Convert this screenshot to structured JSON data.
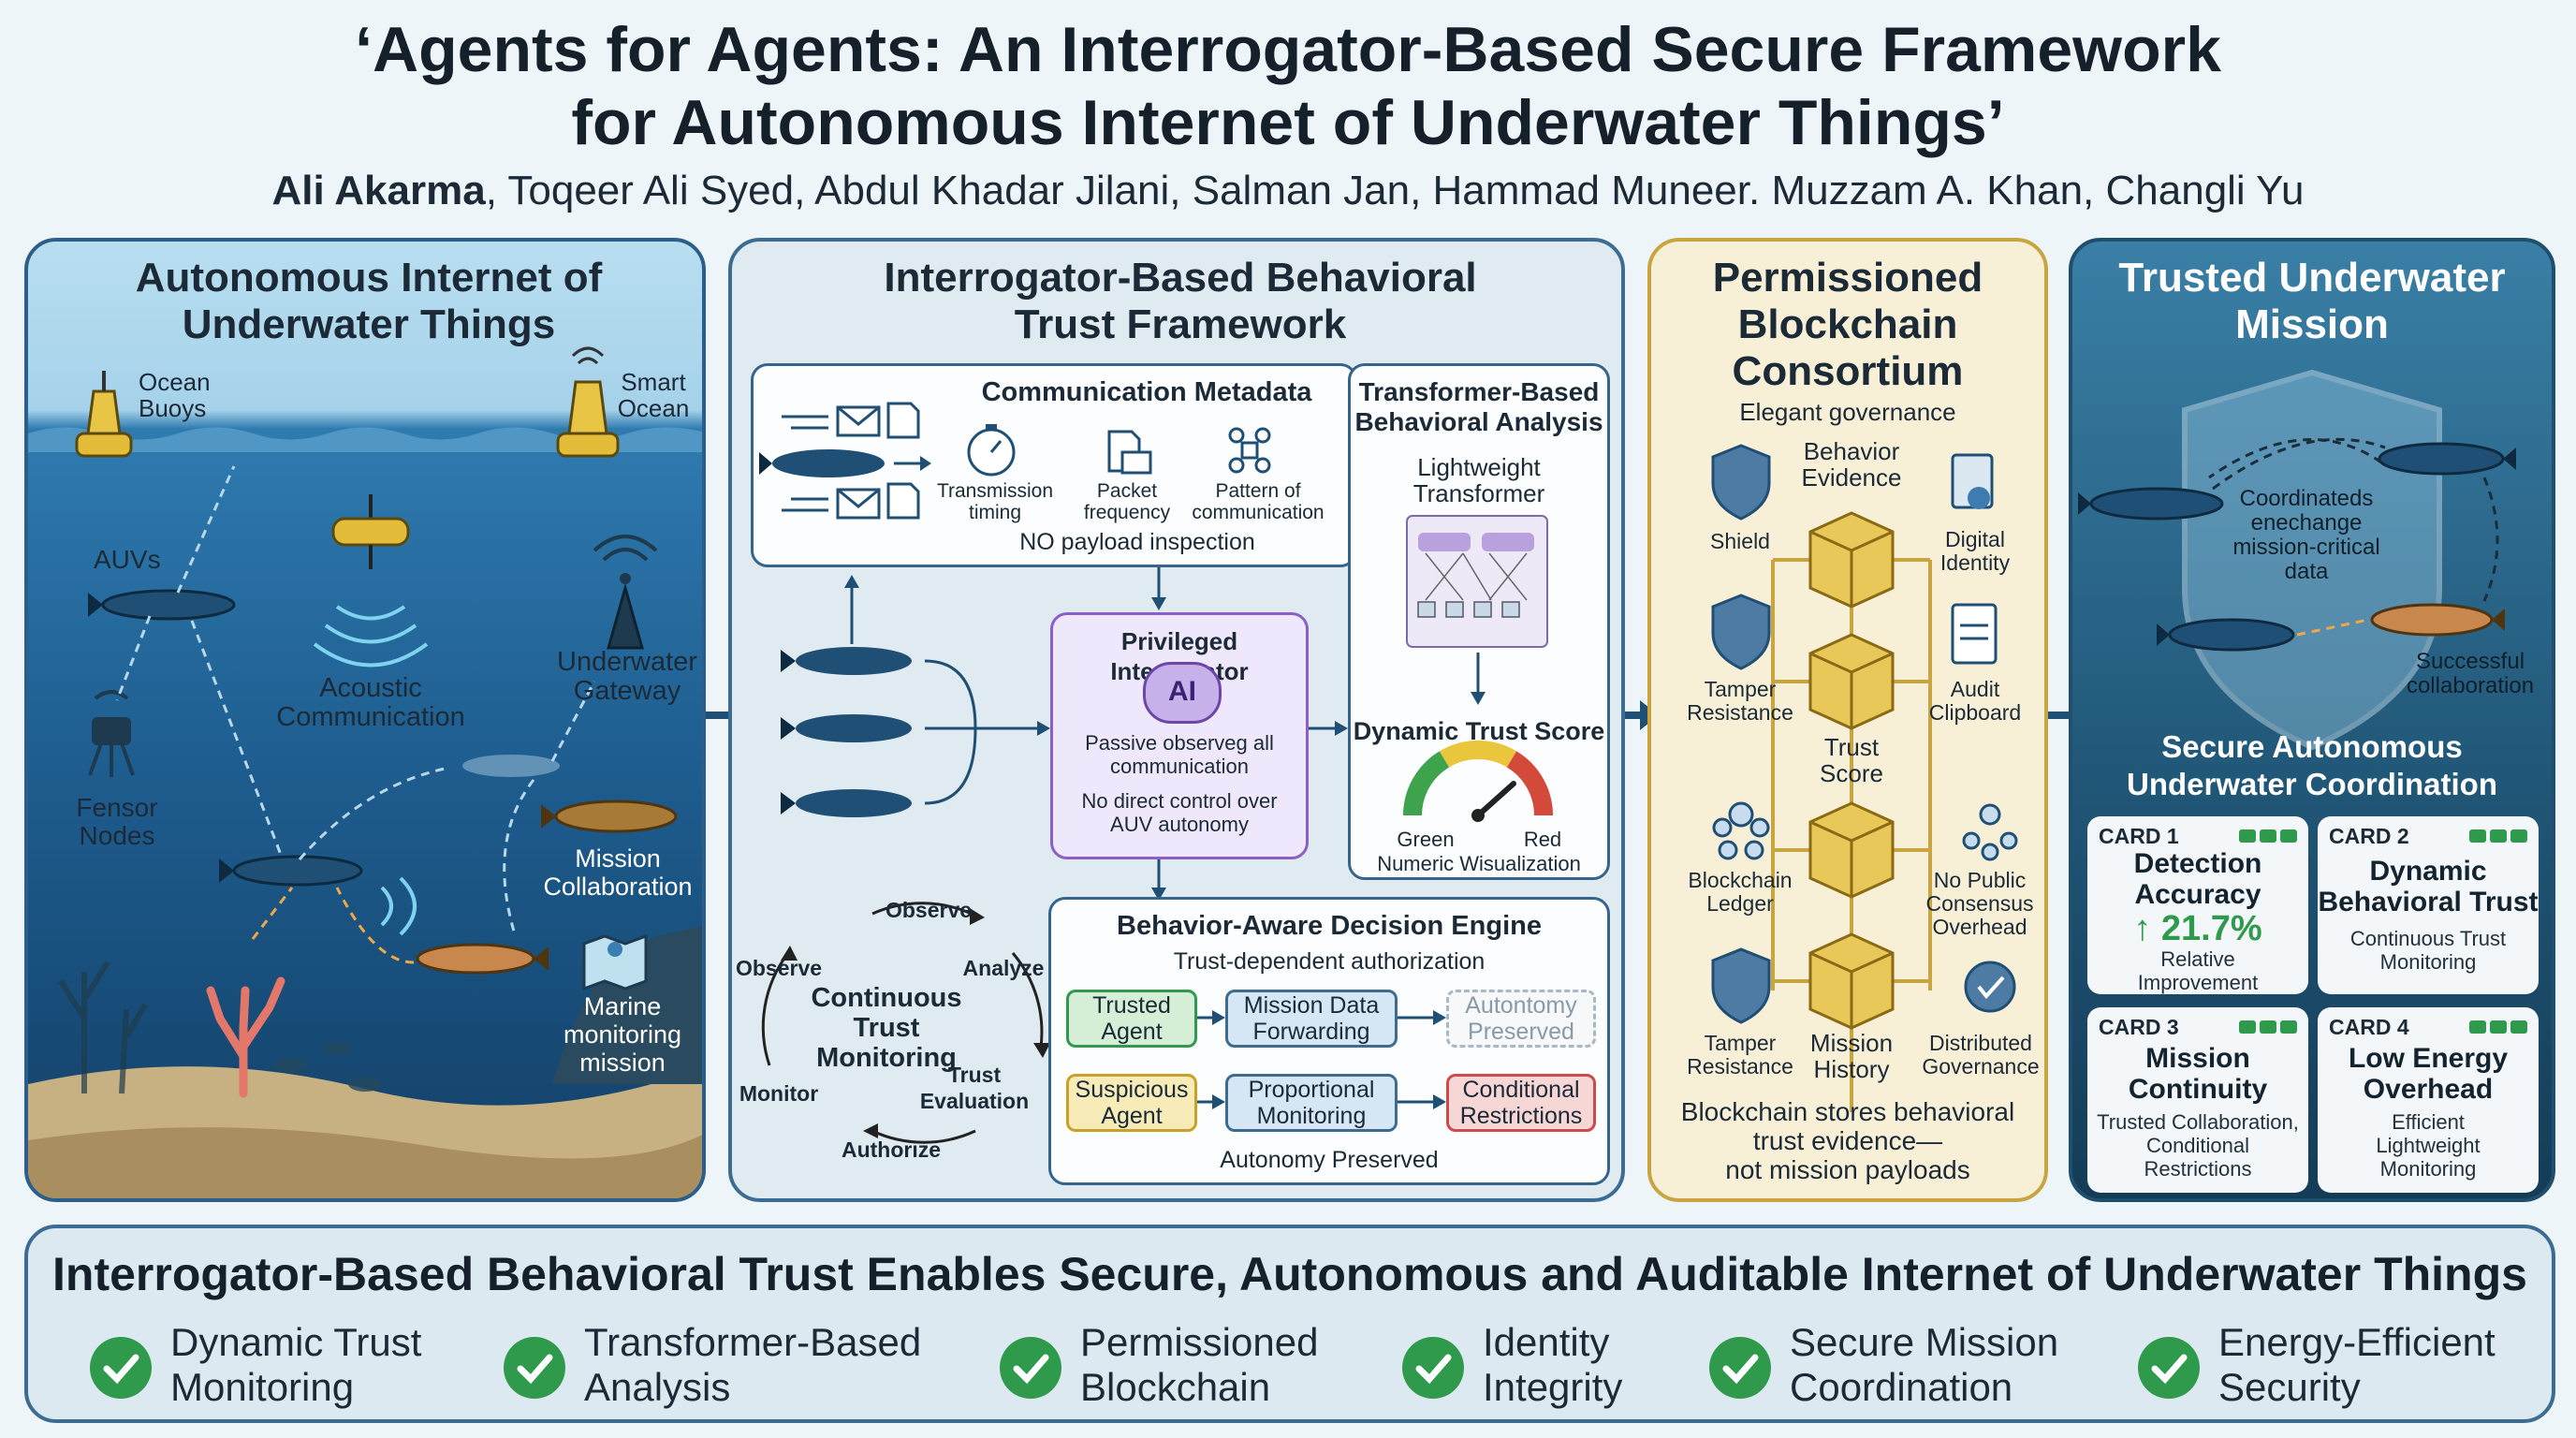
{
  "title_line1": "‘Agents for Agents: An Interrogator-Based Secure Framework",
  "title_line2": "for Autonomous Internet of Underwater Things’",
  "authors": {
    "lead": "Ali Akarma",
    "rest": ", Toqeer Ali Syed, Abdul Khadar Jilani, Salman Jan, Hammad Muneer. Muzzam A. Khan, Changli Yu"
  },
  "ocean_panel": {
    "title_line1": "Autonomous Internet of",
    "title_line2": "Underwater Things",
    "ocean_buoys": [
      "Ocean",
      "Buoys"
    ],
    "smart_ocean": [
      "Smart",
      "Ocean"
    ],
    "auvs": "AUVs",
    "acoustic": [
      "Acoustic",
      "Communication"
    ],
    "gateway": [
      "Underwater",
      "Gateway"
    ],
    "fensor": [
      "Fensor",
      "Nodes"
    ],
    "mission_collab": [
      "Mission",
      "Collaboration"
    ],
    "marine": [
      "Marine",
      "monitoring",
      "mission"
    ]
  },
  "framework_panel": {
    "title_line1": "Interrogator-Based Behavioral",
    "title_line2": "Trust Framework",
    "comm_metadata": {
      "title": "Communication Metadata",
      "items": [
        [
          "Transmission",
          "timing"
        ],
        [
          "Packet",
          "frequency"
        ],
        [
          "Pattern of",
          "communication"
        ]
      ],
      "note": "NO payload inspection"
    },
    "transformer": {
      "title_line1": "Transformer-Based",
      "title_line2": "Behavioral Analysis",
      "sub_line1": "Lightweight",
      "sub_line2": "Transformer",
      "score_title": "Dynamic Trust Score",
      "green": "Green",
      "red": "Red",
      "visual": "Numeric Wisualization"
    },
    "interrogator": {
      "title": "Privileged Interrogator",
      "ai": "AI",
      "passive_line1": "Passive observeg all",
      "passive_line2": "communication",
      "nodirect_line1": "No direct control over",
      "nodirect_line2": "AUV autonomy"
    },
    "cycle": {
      "observe_top": "Observe",
      "observe_left": "Observe",
      "analyze": "Analyze",
      "trust_eval": [
        "Trust",
        "Evaluation"
      ],
      "authorize": "Authorize",
      "monitor": "Monitor",
      "center": [
        "Continuous",
        "Trust",
        "Monitoring"
      ]
    },
    "decision": {
      "title": "Behavior-Aware Decision Engine",
      "sub": "Trust-dependent authorization",
      "trusted": [
        "Trusted",
        "Agent"
      ],
      "forwarding": [
        "Mission Data",
        "Forwarding"
      ],
      "preserved": [
        "Autontomy",
        "Preserved"
      ],
      "suspicious": [
        "Suspicious",
        "Agent"
      ],
      "proportional": [
        "Proportional",
        "Monitoring"
      ],
      "conditional": [
        "Conditional",
        "Restrictions"
      ],
      "footer": "Autonomy Preserved"
    }
  },
  "chain_panel": {
    "title": [
      "Permissioned",
      "Blockchain",
      "Consortium"
    ],
    "governance": "Elegant governance",
    "behavior_evidence": [
      "Behavior",
      "Evidence"
    ],
    "shield": "Shield",
    "digital_identity": [
      "Digital",
      "Identity"
    ],
    "tamper1": [
      "Tamper",
      "Resistance"
    ],
    "audit": [
      "Audit",
      "Clipboard"
    ],
    "trust_score": [
      "Trust",
      "Score"
    ],
    "ledger": [
      "Blockchain",
      "Ledger"
    ],
    "consensus": [
      "No Public",
      "Consensus",
      "Overhead"
    ],
    "tamper2": [
      "Tamper",
      "Resistance"
    ],
    "history": [
      "Mission",
      "History"
    ],
    "distributed": [
      "Distributed",
      "Governance"
    ],
    "footer": [
      "Blockchain stores behavioral",
      "trust evidence—",
      "not mission payloads"
    ]
  },
  "mission_panel": {
    "title": [
      "Trusted Underwater",
      "Mission"
    ],
    "coordinated": [
      "Coordinateds",
      "enechange",
      "mission-critical",
      "data"
    ],
    "success": [
      "Successful",
      "collaboration"
    ],
    "secure": [
      "Secure Autonomous",
      "Underwater Coordination"
    ],
    "cards": [
      {
        "id": "CARD 1",
        "title": [
          "Detection",
          "Accuracy"
        ],
        "value": "↑ 21.7%",
        "sub": [
          "Relative",
          "Improvement"
        ]
      },
      {
        "id": "CARD 2",
        "title": [
          "Dynamic",
          "Behavioral Trust"
        ],
        "sub": [
          "Continuous Trust",
          "Monitoring"
        ]
      },
      {
        "id": "CARD 3",
        "title": [
          "Mission",
          "Continuity"
        ],
        "sub": [
          "Trusted Collaboration,",
          "Conditional",
          "Restrictions"
        ]
      },
      {
        "id": "CARD 4",
        "title": [
          "Low Energy",
          "Overhead"
        ],
        "sub": [
          "Efficient",
          "Lightweight",
          "Monitoring"
        ]
      }
    ]
  },
  "bottom": {
    "title": "Interrogator-Based Behavioral Trust Enables Secure, Autonomous and Auditable Internet of Underwater Things",
    "features": [
      [
        "Dynamic Trust",
        "Monitoring"
      ],
      [
        "Transformer-Based",
        "Analysis"
      ],
      [
        "Permissioned",
        "Blockchain"
      ],
      [
        "Identity",
        "Integrity"
      ],
      [
        "Secure Mission",
        "Coordination"
      ],
      [
        "Energy-Efficient",
        "Security"
      ]
    ]
  },
  "colors": {
    "trusted_green": "#2f9a4c",
    "suspicious_yellow": "#e3c13a",
    "restriction_red": "#cf4a4a",
    "interrogator_purple": "#8b5fc7"
  }
}
